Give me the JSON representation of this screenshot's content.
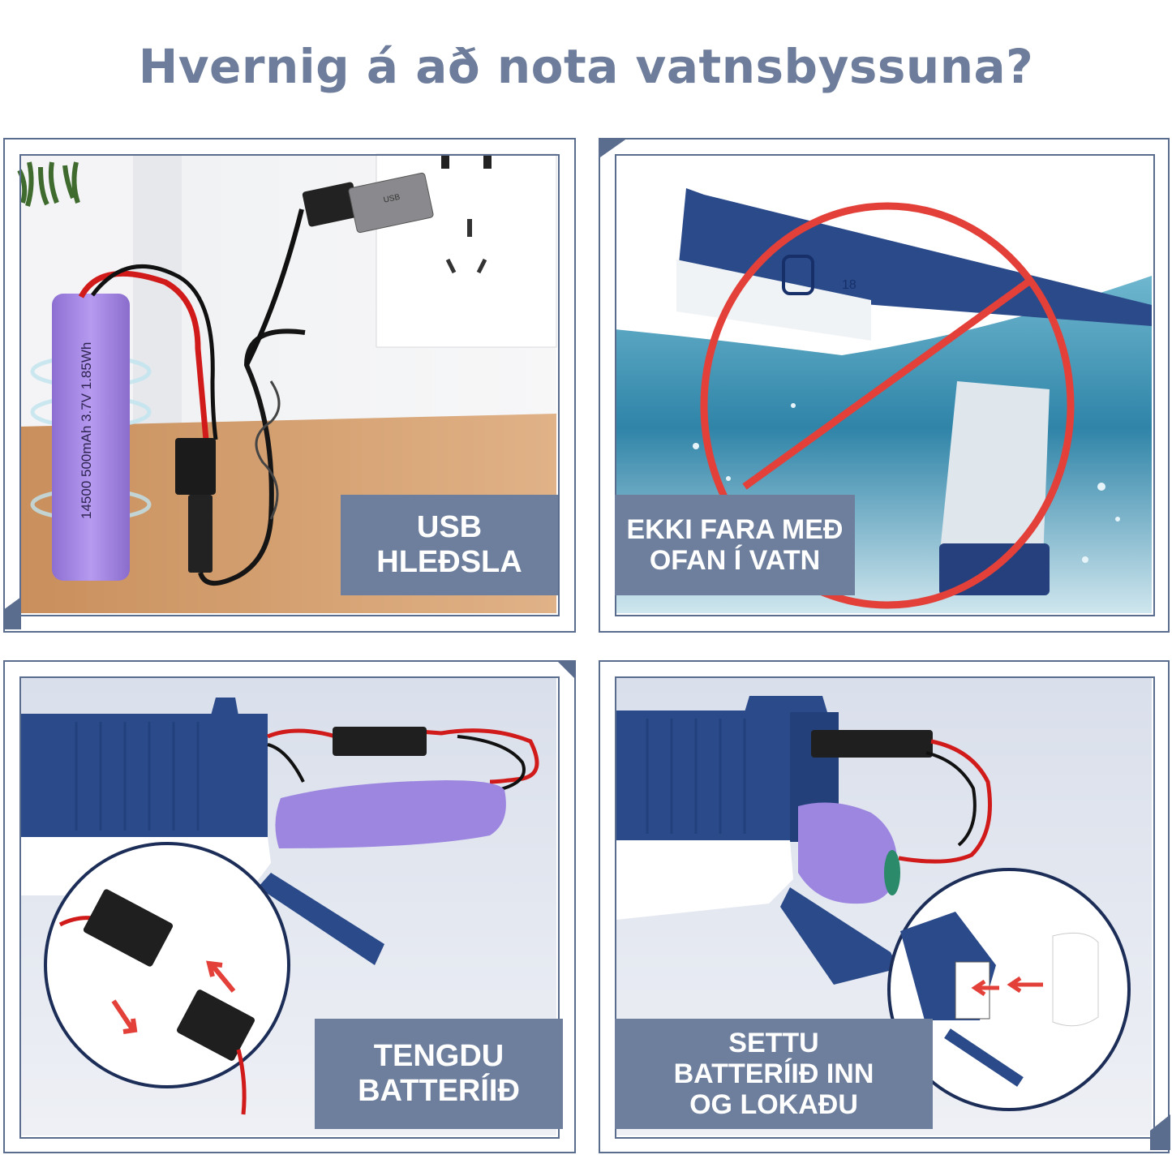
{
  "title": "Hvernig á að nota vatnsbyssuna?",
  "colors": {
    "title": "#6d7d9b",
    "caption_bg": "#6e7f9e",
    "frame": "#5b6d8f",
    "battery": "#a98fe0",
    "gun_blue": "#2d4a8a",
    "water": "#3d8fb0",
    "prohibit": "#e3403a"
  },
  "panels": [
    {
      "id": "usb",
      "caption_lines": [
        "USB",
        "HLEÐSLA"
      ],
      "battery_label": "14500 500mAh 3.7V 1.85Wh",
      "usb_label": "USB"
    },
    {
      "id": "water",
      "caption_lines": [
        "EKKI FARA MEÐ",
        "OFAN Í VATN"
      ],
      "gun_label": "18"
    },
    {
      "id": "connect",
      "caption_lines": [
        "TENGDU",
        "BATTERÍIÐ"
      ]
    },
    {
      "id": "insert",
      "caption_lines": [
        "SETTU",
        "BATTERÍIÐ INN",
        "OG LOKAÐU"
      ]
    }
  ]
}
